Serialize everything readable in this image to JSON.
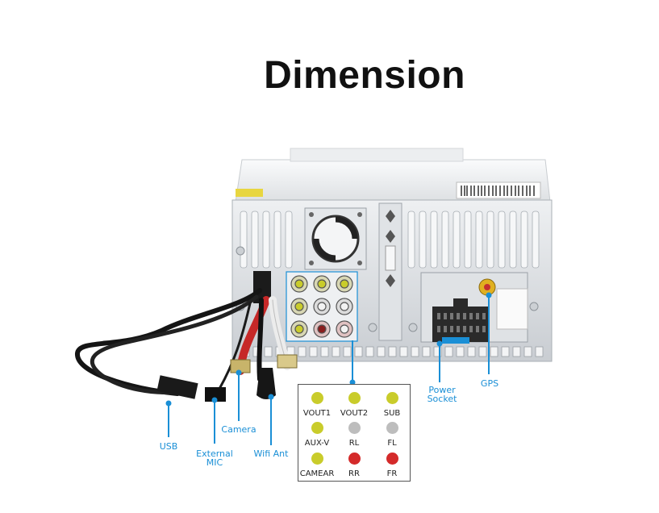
{
  "title": "Dimension",
  "colors": {
    "accent": "#1a8fd6",
    "yellow_jack": "#c9cc2b",
    "white_jack": "#bdbdbd",
    "red_jack": "#d42a2a"
  },
  "labels": {
    "usb": "USB",
    "external_mic_1": "External",
    "external_mic_2": "MIC",
    "camera": "Camera",
    "wifi_ant": "Wifi Ant",
    "power_socket_1": "Power",
    "power_socket_2": "Socket",
    "gps": "GPS"
  },
  "legend": [
    {
      "label": "VOUT1",
      "color": "#c9cc2b"
    },
    {
      "label": "VOUT2",
      "color": "#c9cc2b"
    },
    {
      "label": "SUB",
      "color": "#c9cc2b"
    },
    {
      "label": "AUX-V",
      "color": "#c9cc2b"
    },
    {
      "label": "RL",
      "color": "#bdbdbd"
    },
    {
      "label": "FL",
      "color": "#bdbdbd"
    },
    {
      "label": "CAMEAR",
      "color": "#c9cc2b"
    },
    {
      "label": "RR",
      "color": "#d42a2a"
    },
    {
      "label": "FR",
      "color": "#d42a2a"
    }
  ]
}
